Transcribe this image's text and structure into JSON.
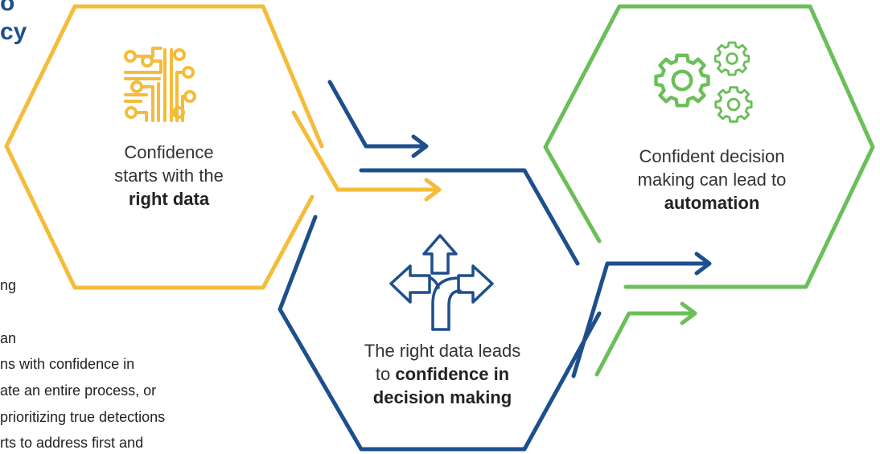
{
  "left_text": {
    "heading_lines": [
      "o",
      "cy"
    ],
    "body_lines": [
      "ng",
      "an",
      "ns with confidence in",
      "ate an entire process, or",
      "prioritizing true detections",
      "rts to address first and"
    ]
  },
  "hexagons": [
    {
      "id": "data",
      "line1": "Confidence",
      "line2": "starts with the",
      "bold": "right data",
      "color": "#f4bc3a",
      "icon": "circuit-icon"
    },
    {
      "id": "decision",
      "line1": "The right data leads",
      "line2_prefix": "to ",
      "bold1": "confidence in",
      "bold2": "decision making",
      "color": "#1d4f8c",
      "icon": "split-arrows-icon"
    },
    {
      "id": "automation",
      "line1": "Confident decision",
      "line2": "making can lead to",
      "bold": "automation",
      "color": "#6bbf59",
      "icon": "gears-icon"
    }
  ],
  "colors": {
    "yellow": "#f4bc3a",
    "blue": "#1d4f8c",
    "green": "#6bbf59"
  }
}
